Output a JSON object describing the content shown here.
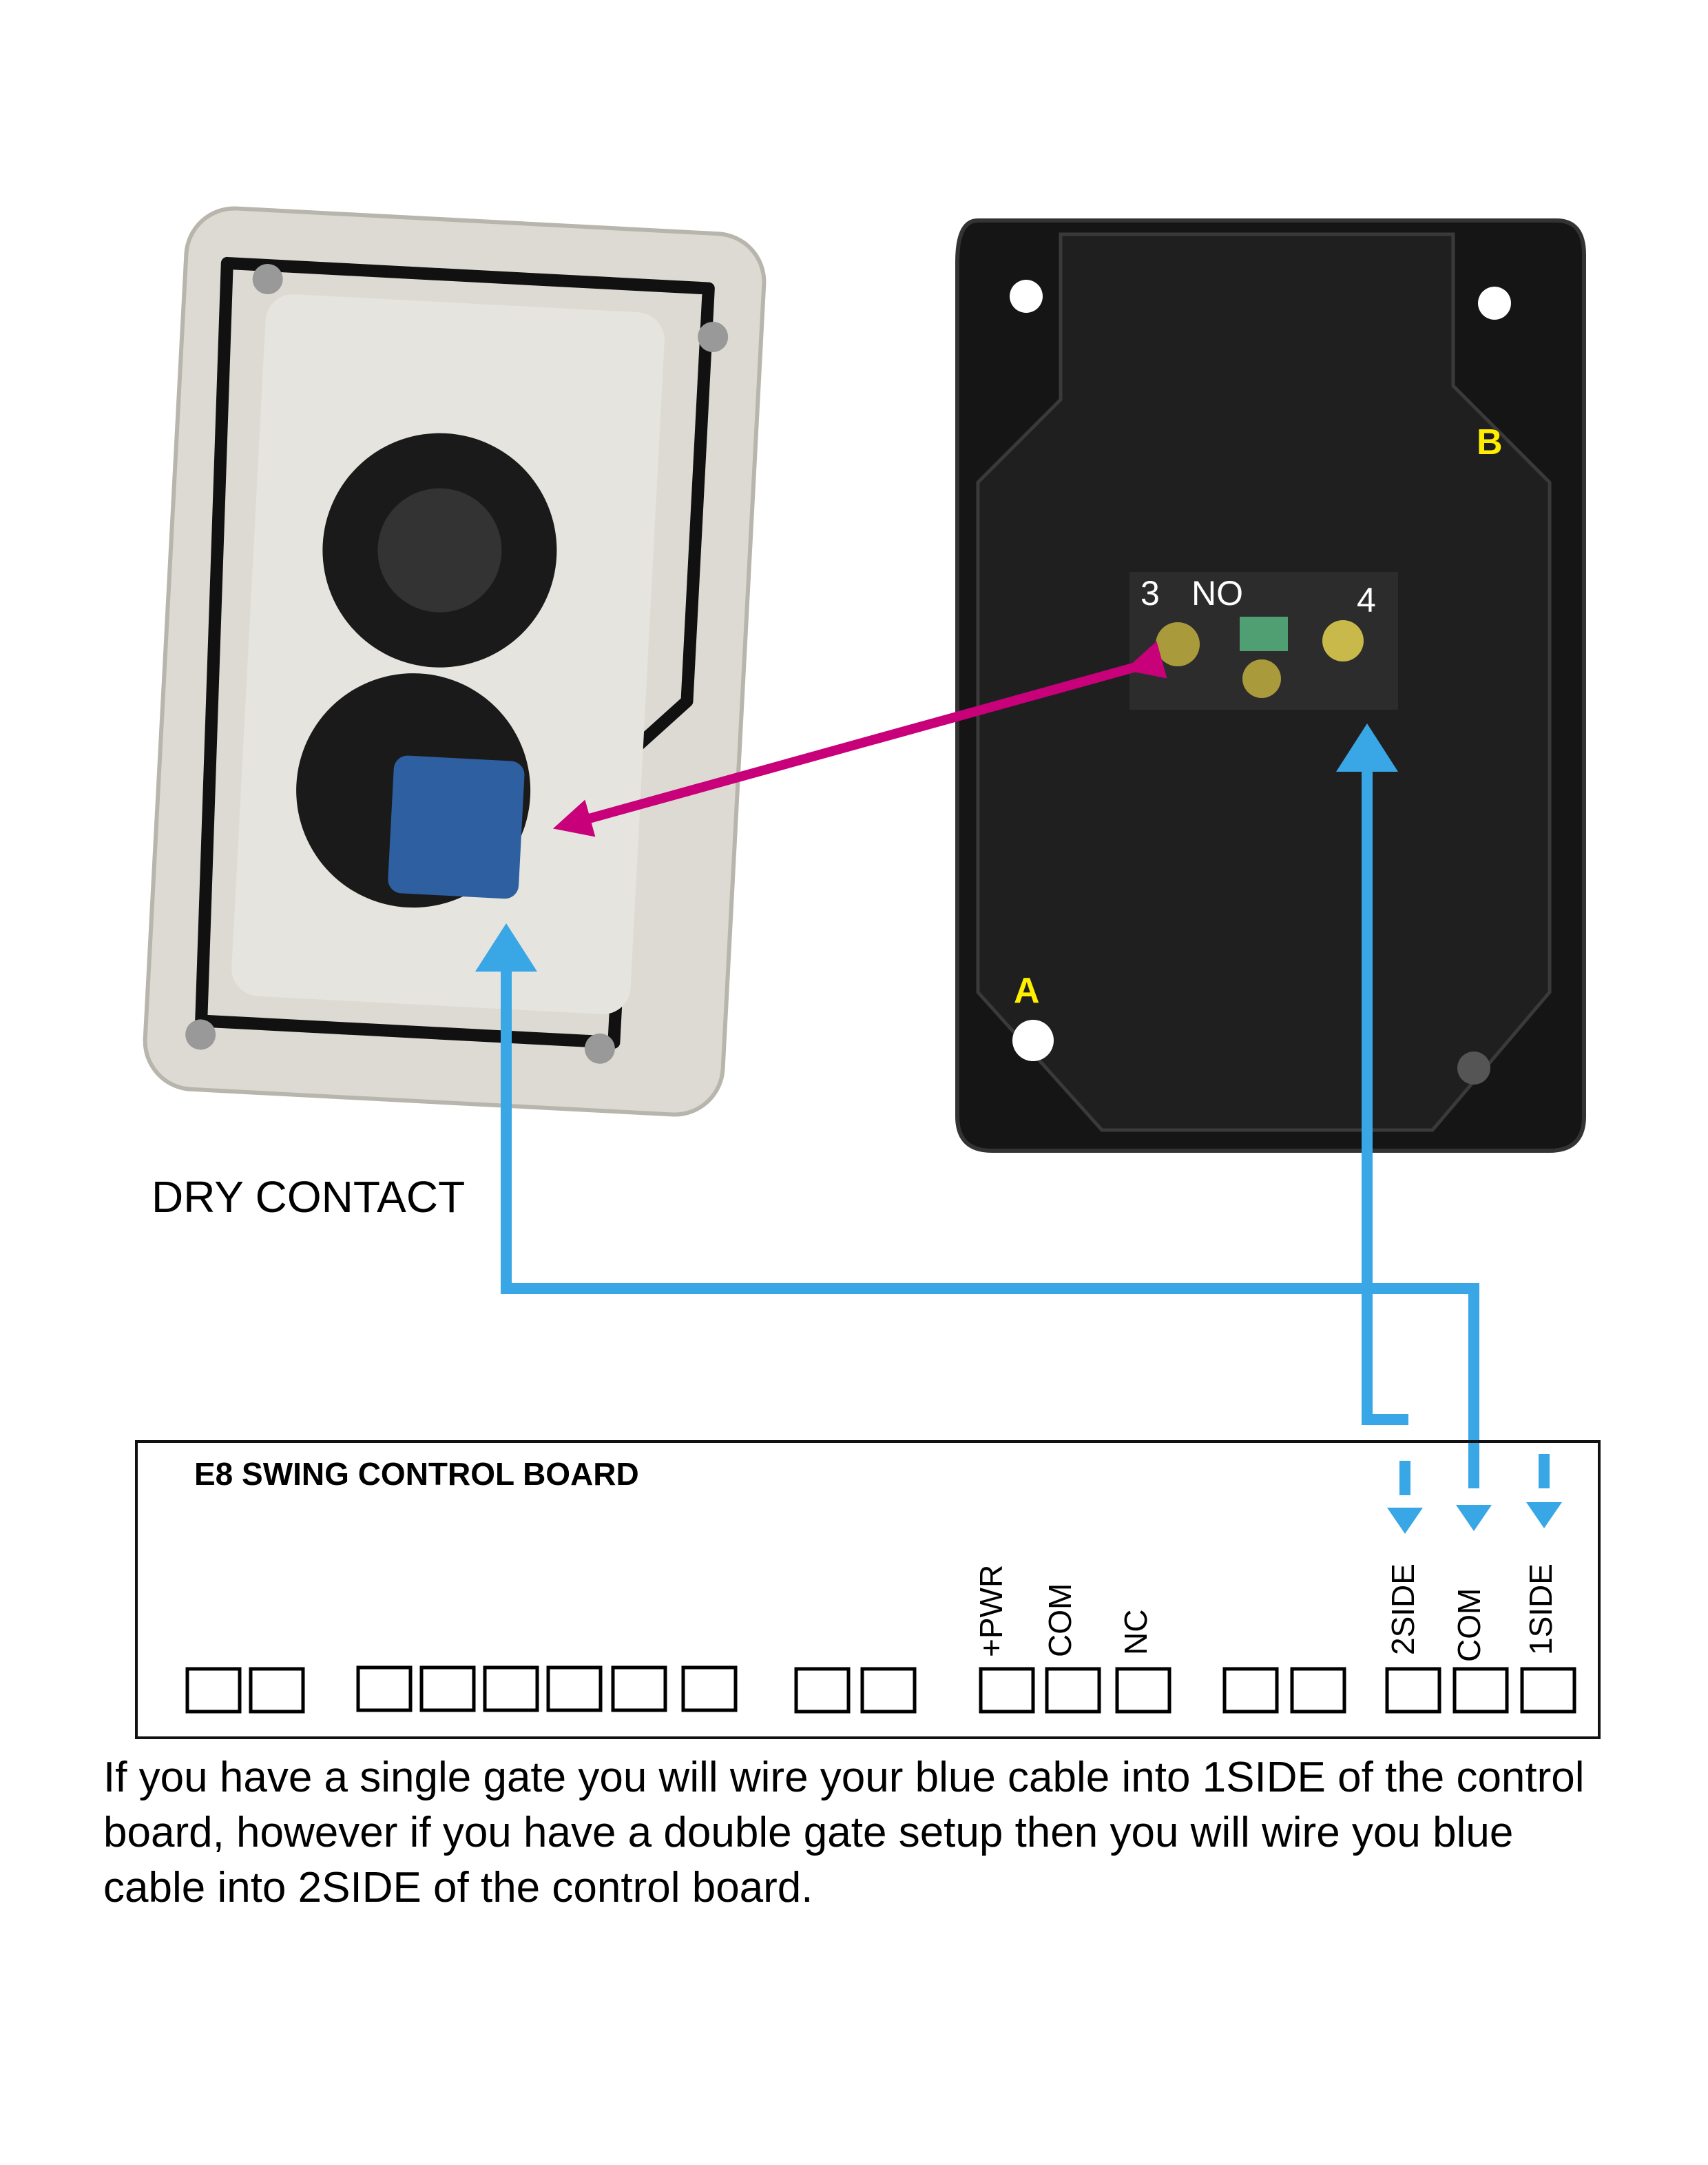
{
  "left_box": {
    "caption": "DRY CONTACT"
  },
  "right_box": {
    "marker_a": "A",
    "marker_b": "B",
    "switch_labels": [
      "3",
      "NO",
      "4"
    ]
  },
  "board": {
    "title": "E8 SWING CONTROL BOARD",
    "terminal_labels": {
      "pwr": "+PWR",
      "com1": "COM",
      "nc": "NC",
      "side2": "2SIDE",
      "com2": "COM",
      "side1": "1SIDE"
    }
  },
  "instructions": "If you have a single gate you will wire your blue cable into 1SIDE of the control board, however if you have a double gate setup then you will wire you blue cable into 2SIDE of the control board.",
  "colors": {
    "wire": "#39a6e6",
    "contact_arrow": "#c8007a",
    "marker": "#ffee00"
  }
}
